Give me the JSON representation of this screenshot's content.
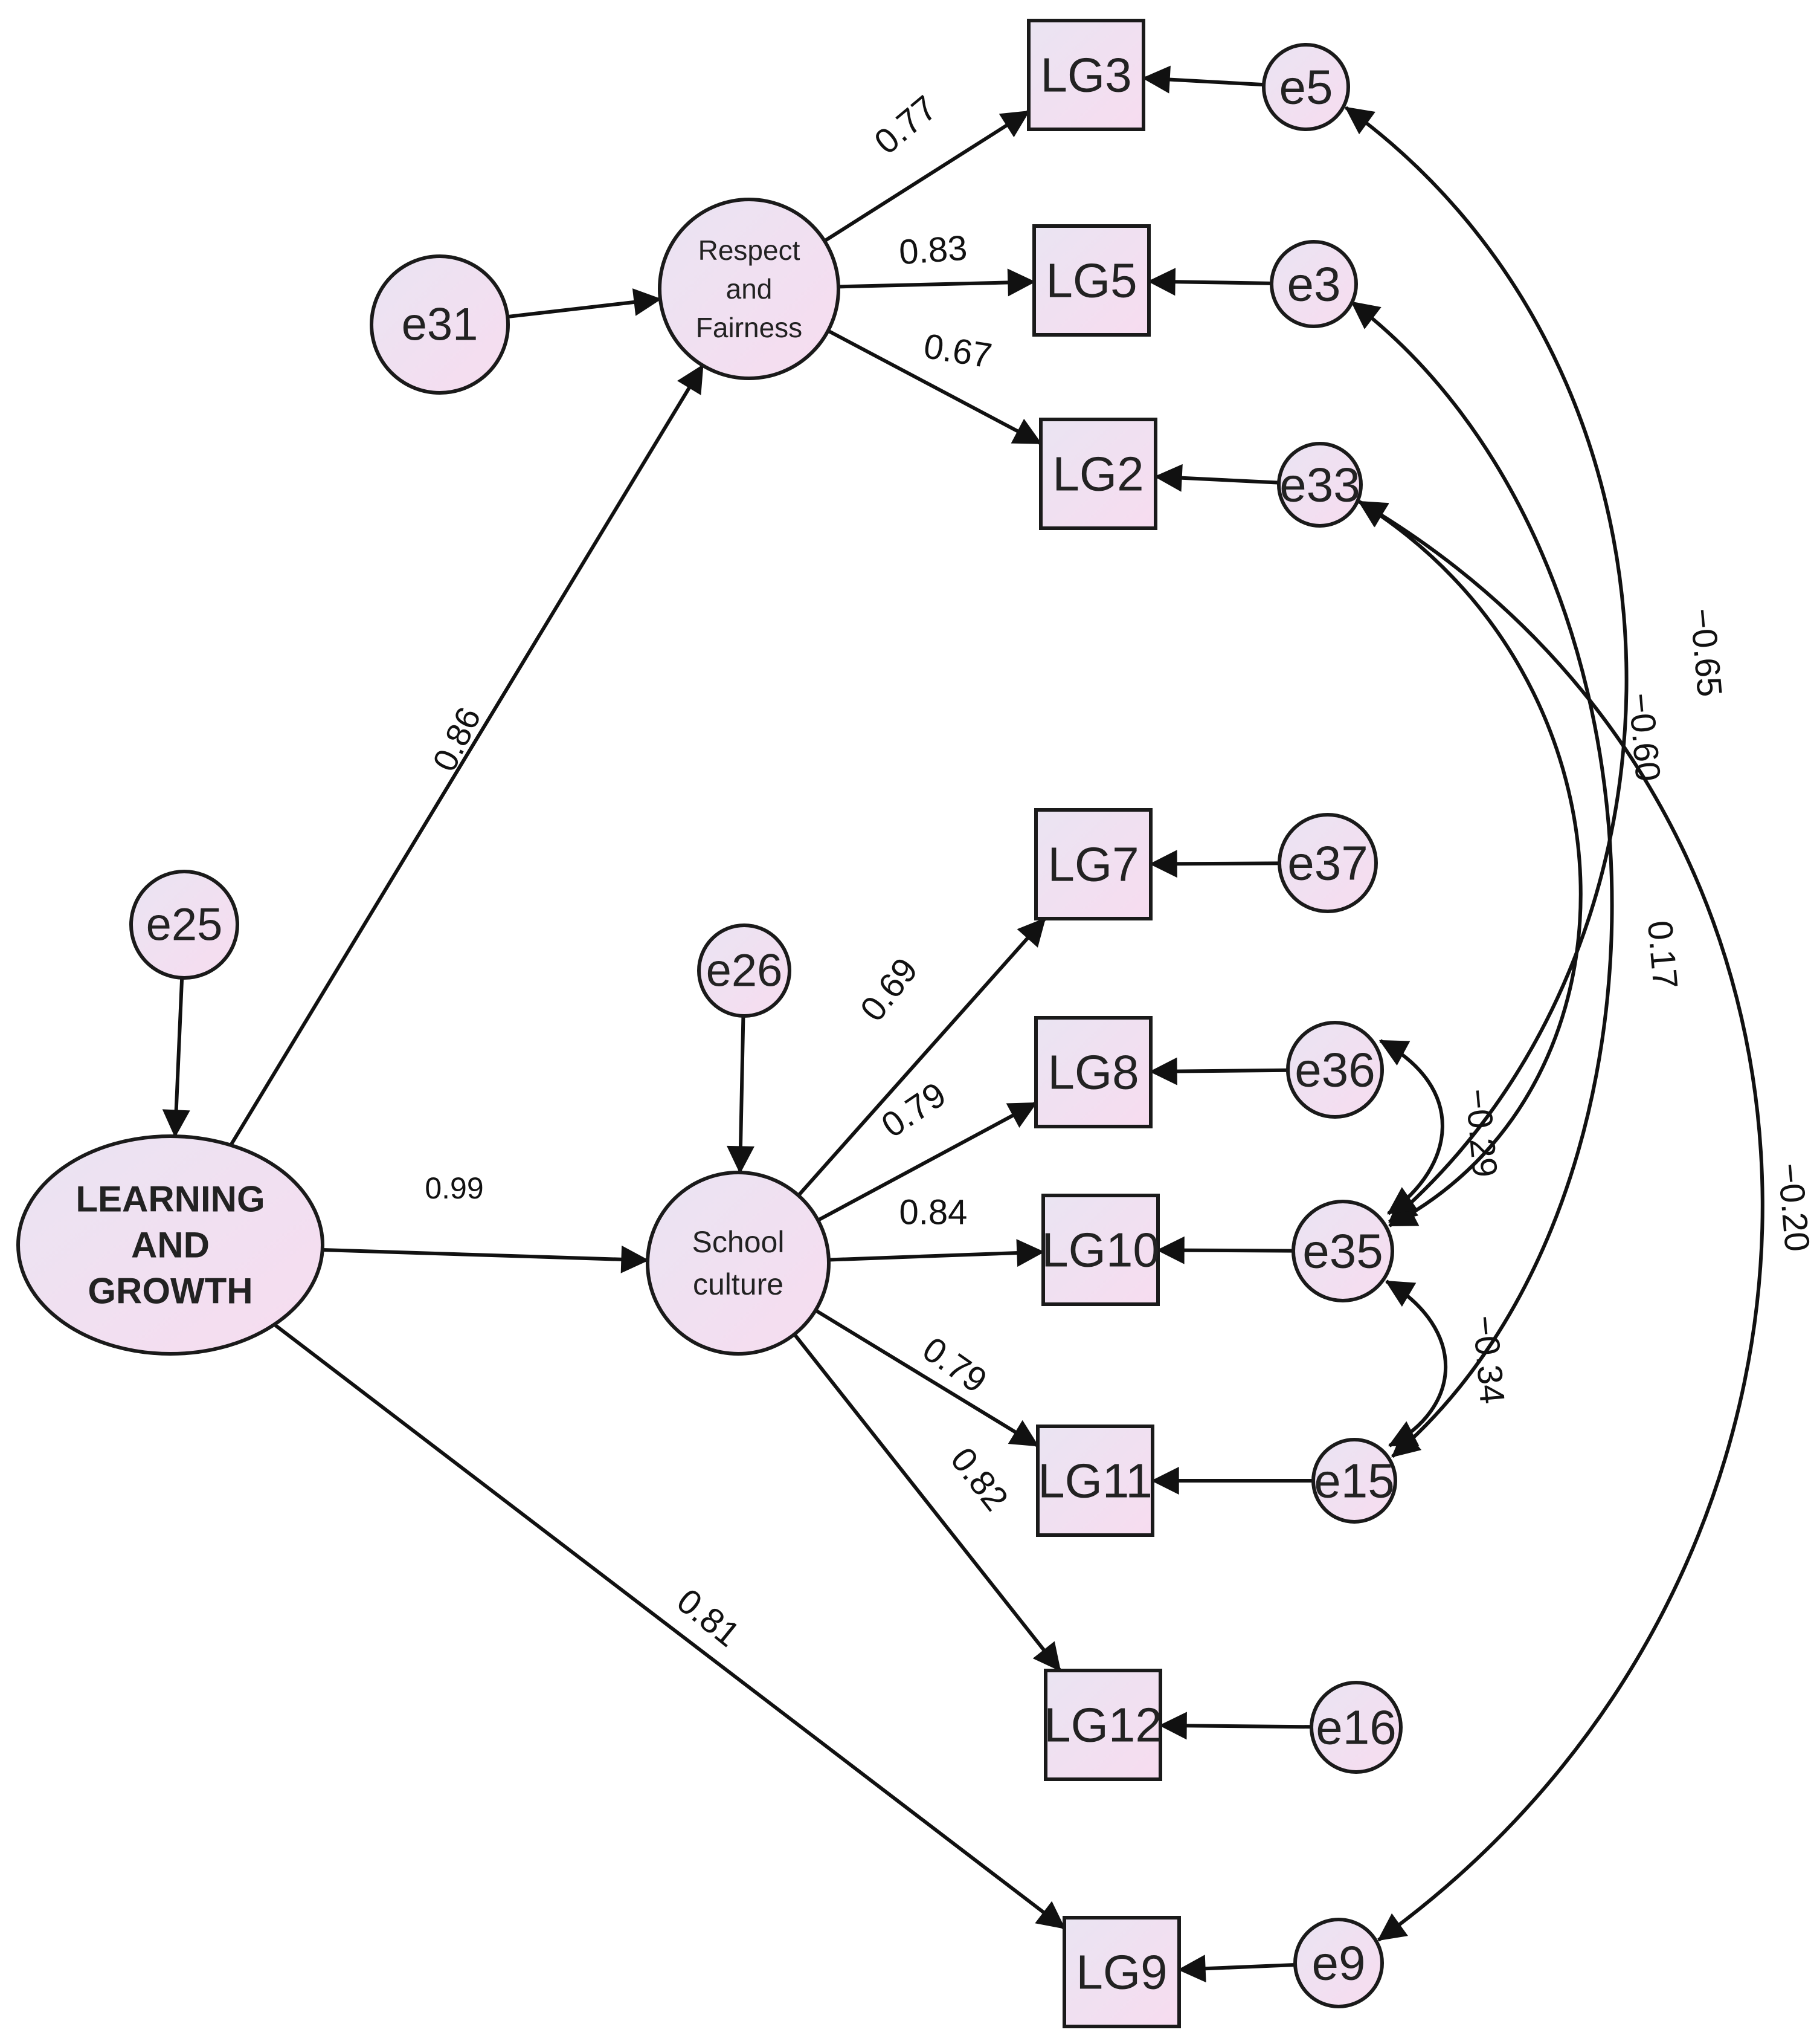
{
  "colors": {
    "node_fill_light": "#eae4f2",
    "node_fill_pink": "#f7dcf0",
    "stroke": "#1a1a1a"
  },
  "nodes": {
    "learning_growth": {
      "lines": [
        "LEARNING",
        "AND",
        "GROWTH"
      ],
      "shape": "ellipse"
    },
    "respect": {
      "lines": [
        "Respect",
        "and",
        "Fairness"
      ],
      "shape": "circle"
    },
    "school": {
      "lines": [
        "School",
        "culture"
      ],
      "shape": "circle"
    },
    "e25": {
      "lines": [
        "e25"
      ],
      "shape": "circle"
    },
    "e26": {
      "lines": [
        "e26"
      ],
      "shape": "circle"
    },
    "e31": {
      "lines": [
        "e31"
      ],
      "shape": "circle"
    },
    "LG3": {
      "lines": [
        "LG3"
      ],
      "shape": "box"
    },
    "LG5": {
      "lines": [
        "LG5"
      ],
      "shape": "box"
    },
    "LG2": {
      "lines": [
        "LG2"
      ],
      "shape": "box"
    },
    "LG7": {
      "lines": [
        "LG7"
      ],
      "shape": "box"
    },
    "LG8": {
      "lines": [
        "LG8"
      ],
      "shape": "box"
    },
    "LG10": {
      "lines": [
        "LG10"
      ],
      "shape": "box"
    },
    "LG11": {
      "lines": [
        "LG11"
      ],
      "shape": "box"
    },
    "LG12": {
      "lines": [
        "LG12"
      ],
      "shape": "box"
    },
    "LG9": {
      "lines": [
        "LG9"
      ],
      "shape": "box"
    },
    "e5": {
      "lines": [
        "e5"
      ],
      "shape": "circle"
    },
    "e3": {
      "lines": [
        "e3"
      ],
      "shape": "circle"
    },
    "e33": {
      "lines": [
        "e33"
      ],
      "shape": "circle"
    },
    "e37": {
      "lines": [
        "e37"
      ],
      "shape": "circle"
    },
    "e36": {
      "lines": [
        "e36"
      ],
      "shape": "circle"
    },
    "e35": {
      "lines": [
        "e35"
      ],
      "shape": "circle"
    },
    "e15": {
      "lines": [
        "e15"
      ],
      "shape": "circle"
    },
    "e16": {
      "lines": [
        "e16"
      ],
      "shape": "circle"
    },
    "e9": {
      "lines": [
        "e9"
      ],
      "shape": "circle"
    }
  },
  "paths": [
    {
      "from": "learning_growth",
      "to": "respect",
      "label": "0.86"
    },
    {
      "from": "learning_growth",
      "to": "school",
      "label": "0.99"
    },
    {
      "from": "learning_growth",
      "to": "LG9",
      "label": "0.81"
    },
    {
      "from": "e25",
      "to": "learning_growth",
      "label": ""
    },
    {
      "from": "e26",
      "to": "school",
      "label": ""
    },
    {
      "from": "e31",
      "to": "respect",
      "label": ""
    },
    {
      "from": "respect",
      "to": "LG3",
      "label": "0.77"
    },
    {
      "from": "respect",
      "to": "LG5",
      "label": "0.83"
    },
    {
      "from": "respect",
      "to": "LG2",
      "label": "0.67"
    },
    {
      "from": "school",
      "to": "LG7",
      "label": "0.69"
    },
    {
      "from": "school",
      "to": "LG8",
      "label": "0.79"
    },
    {
      "from": "school",
      "to": "LG10",
      "label": "0.84"
    },
    {
      "from": "school",
      "to": "LG11",
      "label": "0.79"
    },
    {
      "from": "school",
      "to": "LG12",
      "label": "0.82"
    },
    {
      "from": "e5",
      "to": "LG3",
      "label": ""
    },
    {
      "from": "e3",
      "to": "LG5",
      "label": ""
    },
    {
      "from": "e33",
      "to": "LG2",
      "label": ""
    },
    {
      "from": "e37",
      "to": "LG7",
      "label": ""
    },
    {
      "from": "e36",
      "to": "LG8",
      "label": ""
    },
    {
      "from": "e35",
      "to": "LG10",
      "label": ""
    },
    {
      "from": "e15",
      "to": "LG11",
      "label": ""
    },
    {
      "from": "e16",
      "to": "LG12",
      "label": ""
    },
    {
      "from": "e9",
      "to": "LG9",
      "label": ""
    }
  ],
  "covariances": [
    {
      "a": "e5",
      "b": "e35",
      "label": "−0.65"
    },
    {
      "a": "e3",
      "b": "e15",
      "label": "−0.60"
    },
    {
      "a": "e33",
      "b": "e35",
      "label": "0.17"
    },
    {
      "a": "e33",
      "b": "e9",
      "label": "−0.20"
    },
    {
      "a": "e36",
      "b": "e35",
      "label": "−0.29"
    },
    {
      "a": "e35",
      "b": "e15",
      "label": "−0.34"
    }
  ]
}
